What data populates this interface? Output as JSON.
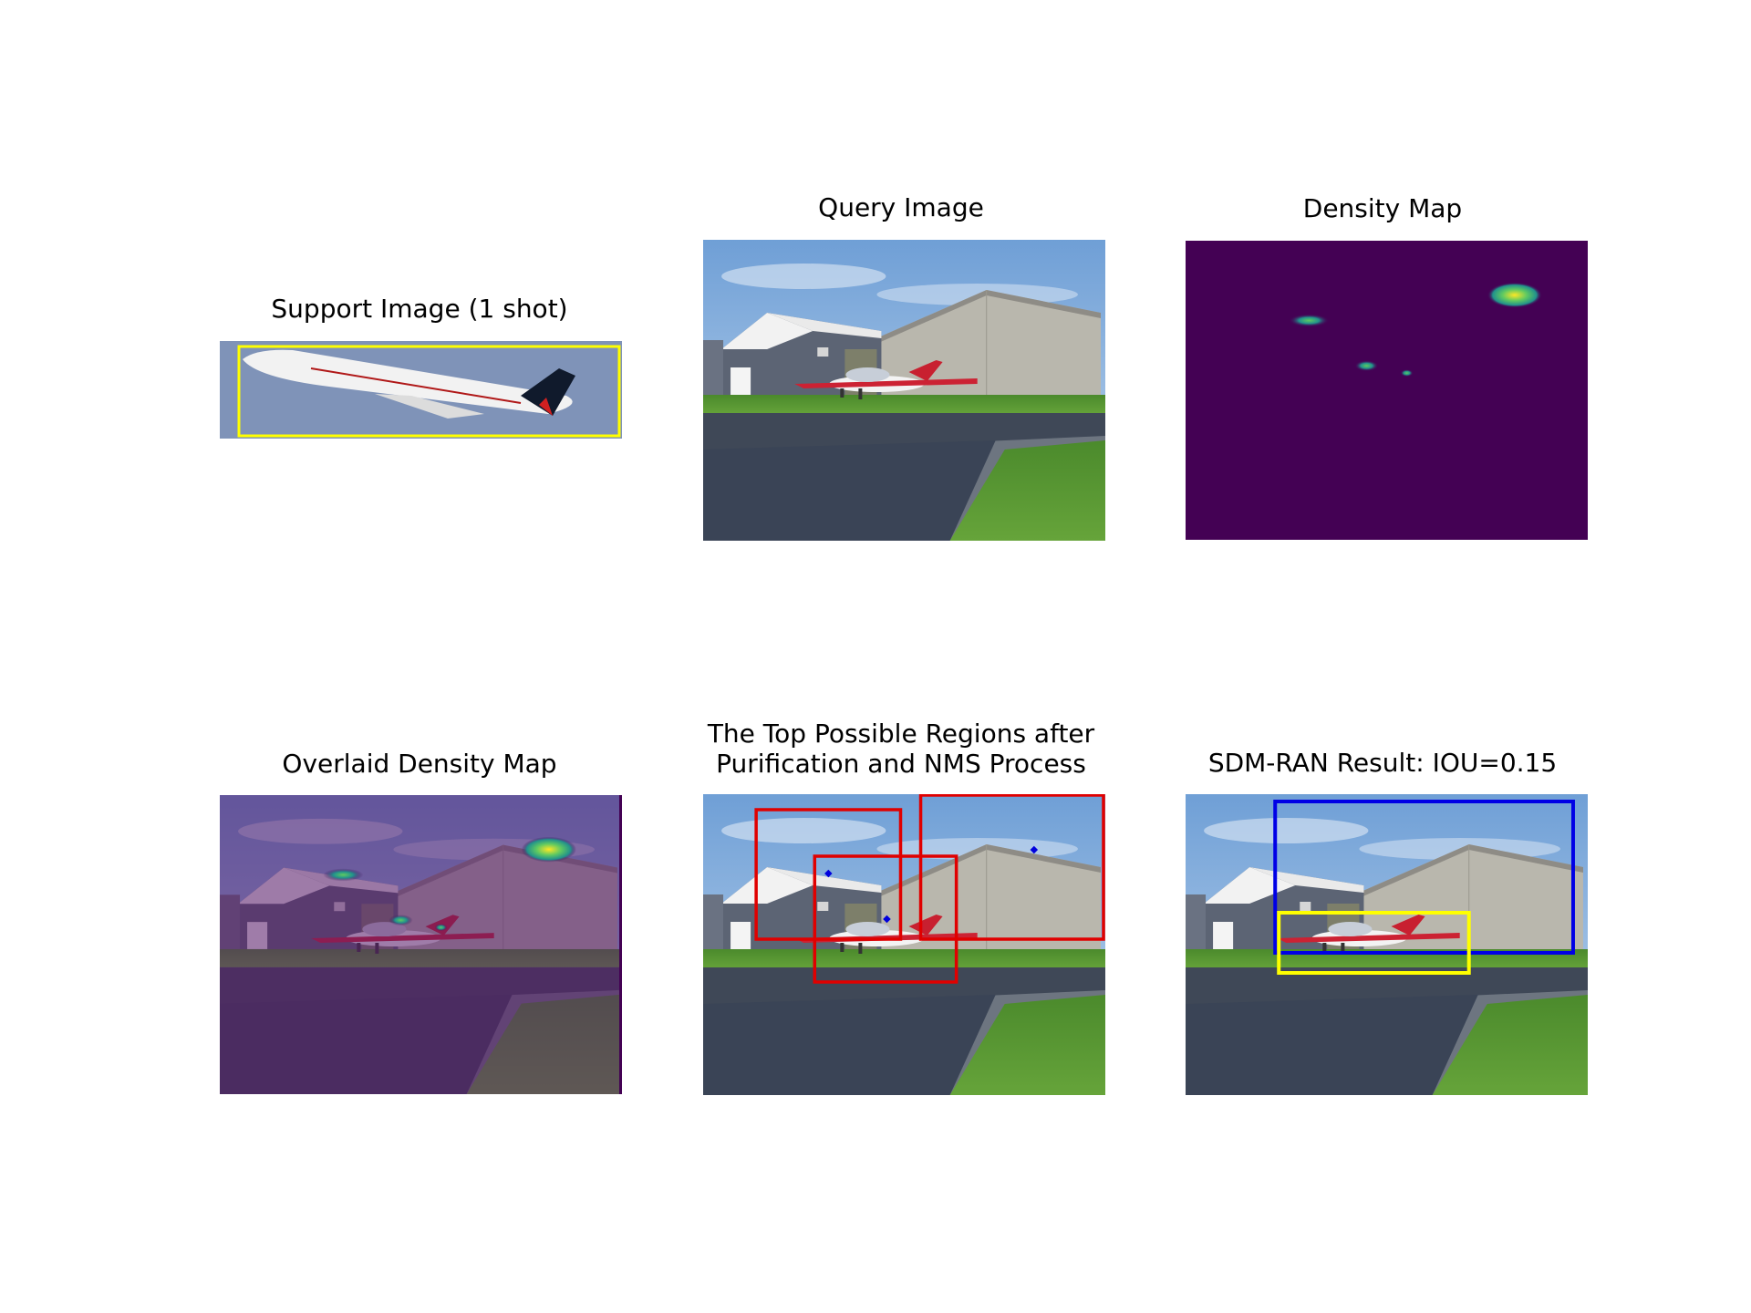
{
  "panels": {
    "support": {
      "title": "Support Image (1 shot)"
    },
    "query": {
      "title": "Query Image"
    },
    "density": {
      "title": "Density Map"
    },
    "overlaid": {
      "title": "Overlaid Density Map"
    },
    "regions": {
      "title_line1": "The Top Possible Regions after",
      "title_line2": "Purification and NMS Process"
    },
    "result": {
      "title": "SDM-RAN Result: IOU=0.15"
    }
  },
  "colors": {
    "support_box": "#ffff00",
    "region_box": "#e00000",
    "region_point": "#0000dd",
    "result_pred_box": "#0000e6",
    "result_gt_box": "#ffff00",
    "density_bg": "#440154"
  }
}
